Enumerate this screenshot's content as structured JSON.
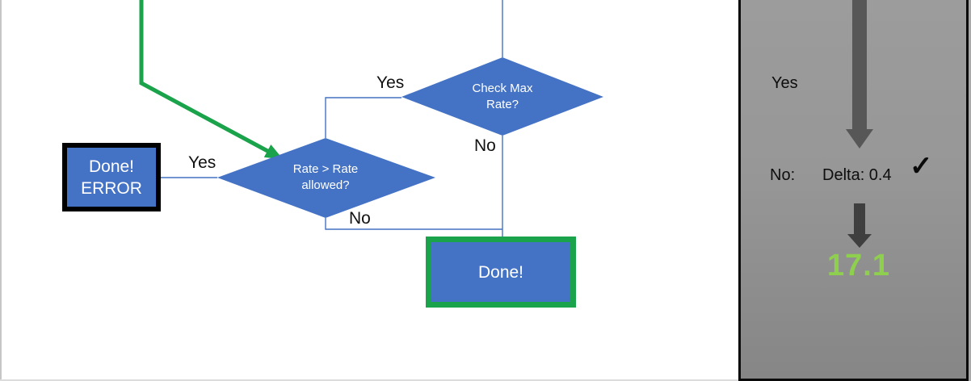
{
  "flowchart": {
    "decision_check_max": {
      "line1": "Check Max",
      "line2": "Rate?"
    },
    "decision_rate": {
      "line1": "Rate > Rate",
      "line2": "allowed?"
    },
    "label_yes_top": "Yes",
    "label_no_top": "No",
    "label_yes_left": "Yes",
    "label_no_bottom": "No",
    "done_error_box": {
      "line1": "Done!",
      "line2": "ERROR"
    },
    "done_box": {
      "label": "Done!"
    }
  },
  "panel": {
    "label_yes": "Yes",
    "label_no": "No:",
    "delta_text": "Delta: 0.4",
    "checkmark_icon": "✓",
    "result_value": "17.1"
  },
  "colors": {
    "shape_blue": "#4472C4",
    "connector_blue": "#4472C4",
    "flow_green": "#1aa34a",
    "result_green": "#8ed04e",
    "panel_gray_top": "#9c9c9c",
    "panel_gray_bottom": "#868686",
    "arrow_gray": "#575757",
    "arrow_dark_gray": "#3f3f3f",
    "box_border_black": "#000000"
  }
}
